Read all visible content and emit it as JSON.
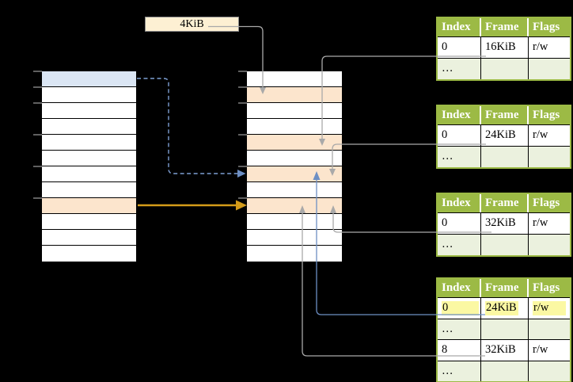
{
  "colors": {
    "background": "#000000",
    "row_blue": "#dbe6f4",
    "row_orange": "#fce5cd",
    "box_cream": "#fdf0d3",
    "header_green": "#9cba45",
    "row_light_green": "#ebf1de",
    "highlight_yellow": "#fbf8a3",
    "line_gray": "#a9a9a9",
    "line_blue": "#6d8fc4",
    "line_blue_light": "#7d9fd4",
    "arrow_orange": "#d49b19",
    "tick_gray": "#8a8a8a"
  },
  "size_label": {
    "text": "4KiB"
  },
  "left_memory_table": {
    "rows": [
      {
        "fill": "blue"
      },
      {
        "fill": "white"
      },
      {
        "fill": "white"
      },
      {
        "fill": "white"
      },
      {
        "fill": "white"
      },
      {
        "fill": "white"
      },
      {
        "fill": "white"
      },
      {
        "fill": "white"
      },
      {
        "fill": "orange"
      },
      {
        "fill": "white"
      },
      {
        "fill": "white"
      },
      {
        "fill": "white"
      }
    ]
  },
  "middle_memory_table": {
    "rows": [
      {
        "fill": "white"
      },
      {
        "fill": "orange"
      },
      {
        "fill": "white"
      },
      {
        "fill": "white"
      },
      {
        "fill": "orange"
      },
      {
        "fill": "white"
      },
      {
        "fill": "orange"
      },
      {
        "fill": "white"
      },
      {
        "fill": "orange"
      },
      {
        "fill": "white"
      },
      {
        "fill": "white"
      },
      {
        "fill": "white"
      }
    ]
  },
  "page_tables": [
    {
      "headers": [
        "Index",
        "Frame",
        "Flags"
      ],
      "rows": [
        {
          "variant": "data",
          "cells": [
            "0",
            "16KiB",
            "r/w"
          ]
        },
        {
          "variant": "ellipsis",
          "cells": [
            "…",
            "",
            ""
          ]
        }
      ]
    },
    {
      "headers": [
        "Index",
        "Frame",
        "Flags"
      ],
      "rows": [
        {
          "variant": "data",
          "cells": [
            "0",
            "24KiB",
            "r/w"
          ]
        },
        {
          "variant": "ellipsis",
          "cells": [
            "…",
            "",
            ""
          ]
        }
      ]
    },
    {
      "headers": [
        "Index",
        "Frame",
        "Flags"
      ],
      "rows": [
        {
          "variant": "data",
          "cells": [
            "0",
            "32KiB",
            "r/w"
          ]
        },
        {
          "variant": "ellipsis",
          "cells": [
            "…",
            "",
            ""
          ]
        }
      ]
    },
    {
      "headers": [
        "Index",
        "Frame",
        "Flags"
      ],
      "rows": [
        {
          "variant": "data",
          "highlight": true,
          "cells": [
            "0",
            "24KiB",
            "r/w"
          ]
        },
        {
          "variant": "ellipsis",
          "cells": [
            "…",
            "",
            ""
          ]
        },
        {
          "variant": "data",
          "cells": [
            "8",
            "32KiB",
            "r/w"
          ]
        },
        {
          "variant": "ellipsis",
          "cells": [
            "…",
            "",
            ""
          ]
        }
      ]
    }
  ]
}
